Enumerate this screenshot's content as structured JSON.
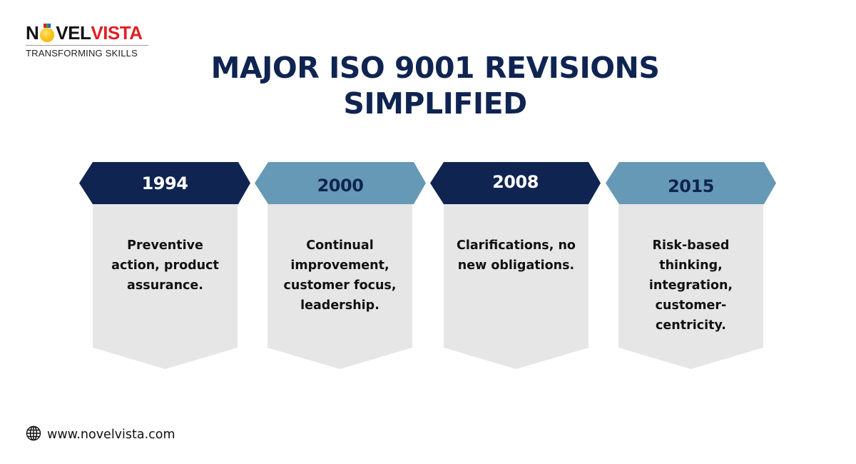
{
  "brand": {
    "name_part1": "N",
    "name_part2": "VEL",
    "name_part3": "VISTA",
    "tagline": "TRANSFORMING SKILLS",
    "colors": {
      "dark": "#111111",
      "red": "#e21f26",
      "medal": "#f5b800"
    }
  },
  "title": {
    "line1": "MAJOR ISO 9001 REVISIONS",
    "line2": "SIMPLIFIED",
    "color": "#0f2451"
  },
  "steps": [
    {
      "year": "1994",
      "text": "Preventive action, product assurance.",
      "header_color": "#0f2451",
      "year_color": "#ffffff"
    },
    {
      "year": "2000",
      "text": "Continual improvement, customer focus, leadership.",
      "header_color": "#6699b5",
      "year_color": "#0f2451"
    },
    {
      "year": "2008",
      "text": "Clarifications, no new obligations.",
      "header_color": "#0f2451",
      "year_color": "#ffffff"
    },
    {
      "year": "2015",
      "text": "Risk-based thinking, integration, customer-centricity.",
      "header_color": "#6699b5",
      "year_color": "#0f2451"
    }
  ],
  "footer": {
    "icon": "globe-icon",
    "website": "www.novelvista.com"
  }
}
